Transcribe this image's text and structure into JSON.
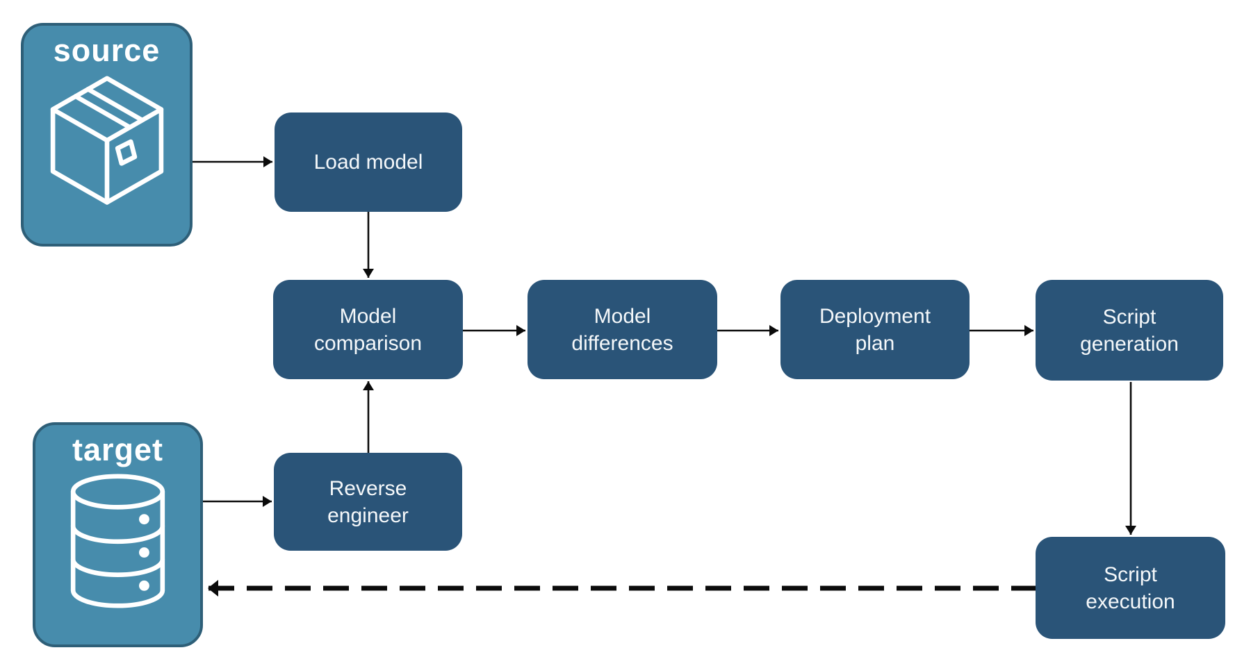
{
  "diagram": {
    "colors": {
      "bg": "#ffffff",
      "node_fill": "#2a5478",
      "node_text": "#f5f8fa",
      "store_fill": "#478cac",
      "store_border": "#2e5f78",
      "store_text": "#ffffff",
      "arrow": "#0b0b0b"
    },
    "stores": {
      "source": {
        "label": "source",
        "icon": "package-icon"
      },
      "target": {
        "label": "target",
        "icon": "database-icon"
      }
    },
    "nodes": {
      "load_model": {
        "label": "Load model"
      },
      "model_comparison": {
        "label": "Model\ncomparison"
      },
      "model_differences": {
        "label": "Model\ndifferences"
      },
      "deployment_plan": {
        "label": "Deployment\nplan"
      },
      "script_generation": {
        "label": "Script\ngeneration"
      },
      "reverse_engineer": {
        "label": "Reverse\nengineer"
      },
      "script_execution": {
        "label": "Script\nexecution"
      }
    },
    "edges": [
      {
        "from": "source",
        "to": "load_model",
        "style": "solid"
      },
      {
        "from": "load_model",
        "to": "model_comparison",
        "style": "solid"
      },
      {
        "from": "model_comparison",
        "to": "model_differences",
        "style": "solid"
      },
      {
        "from": "model_differences",
        "to": "deployment_plan",
        "style": "solid"
      },
      {
        "from": "deployment_plan",
        "to": "script_generation",
        "style": "solid"
      },
      {
        "from": "script_generation",
        "to": "script_execution",
        "style": "solid"
      },
      {
        "from": "target",
        "to": "reverse_engineer",
        "style": "solid"
      },
      {
        "from": "reverse_engineer",
        "to": "model_comparison",
        "style": "solid"
      },
      {
        "from": "script_execution",
        "to": "target",
        "style": "dashed"
      }
    ]
  }
}
